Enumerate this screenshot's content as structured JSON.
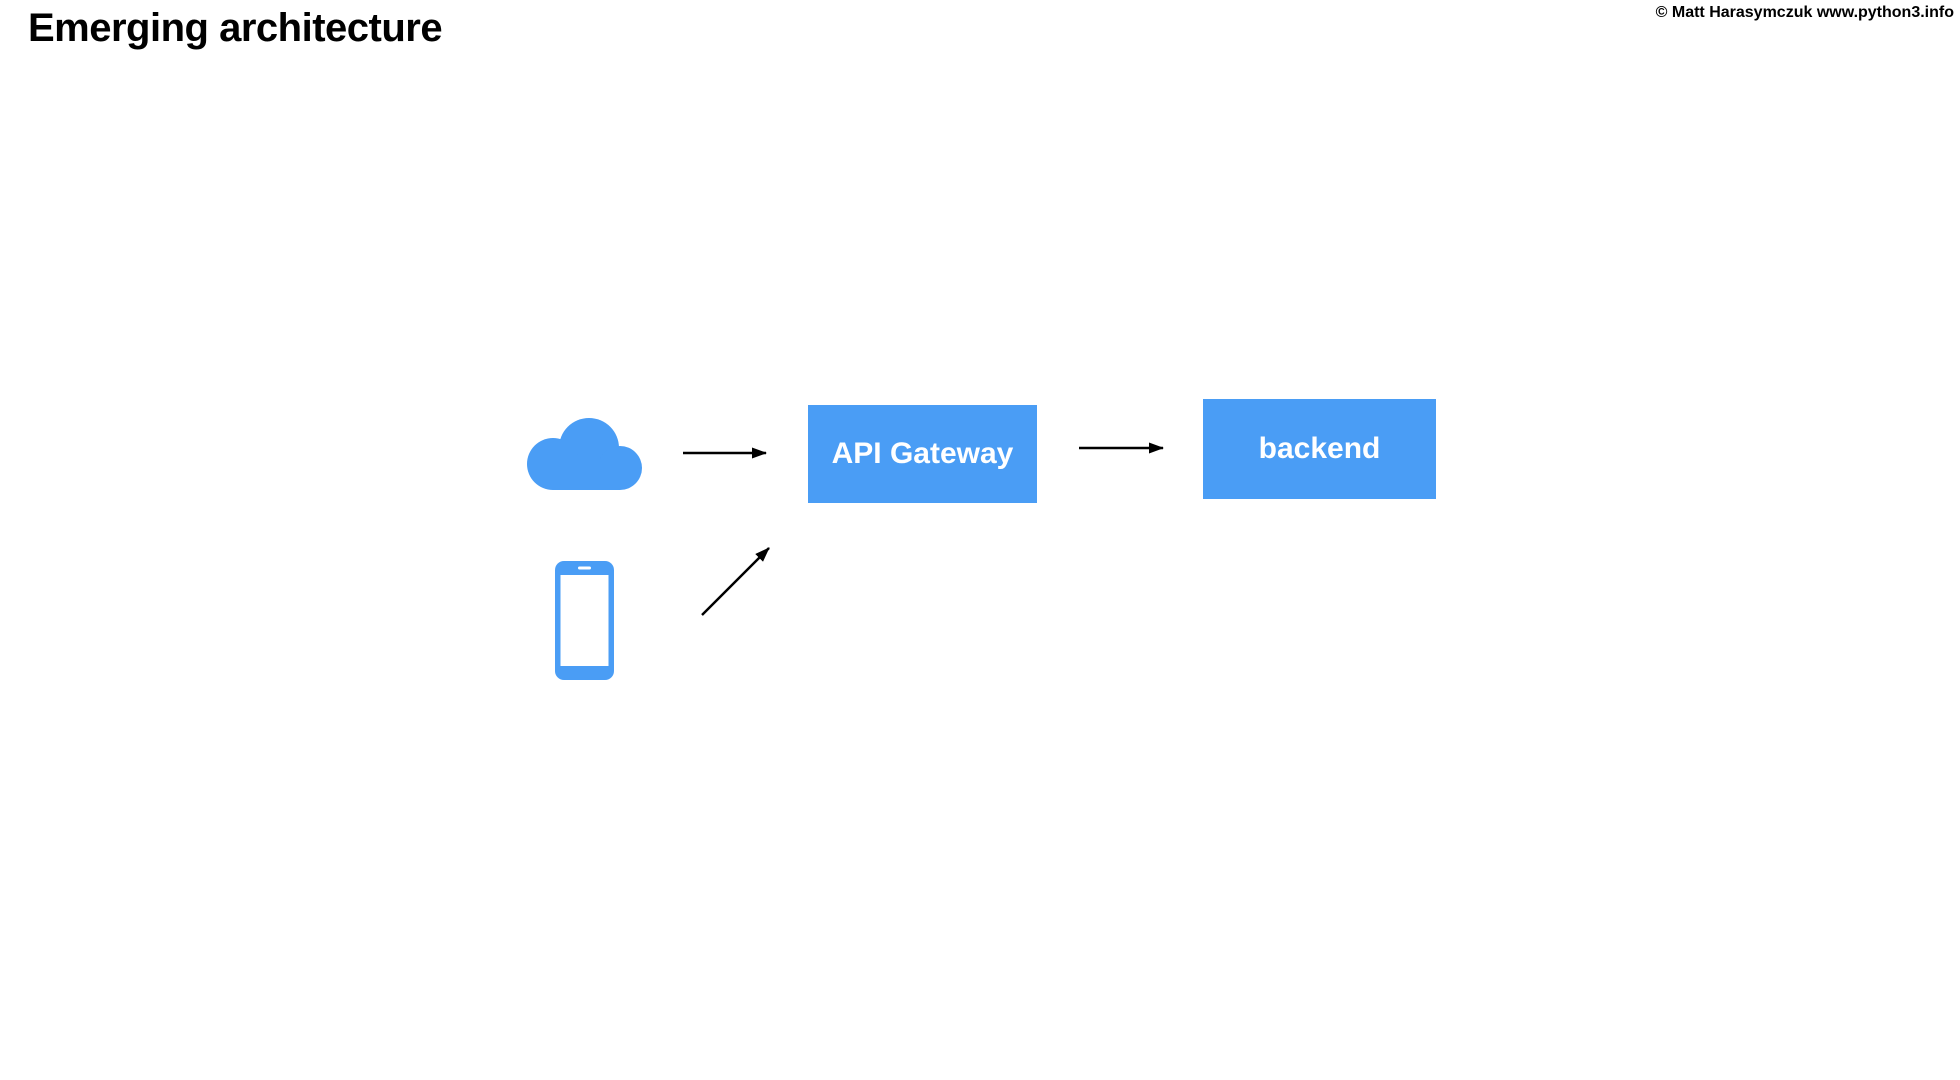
{
  "slide": {
    "title": "Emerging architecture",
    "copyright": "© Matt Harasymczuk www.python3.info"
  },
  "colors": {
    "accent": "#4A9DF5",
    "arrow": "#000000",
    "node_text": "#FFFFFF",
    "title_text": "#000000",
    "background": "#FFFFFF"
  },
  "diagram": {
    "nodes": [
      {
        "id": "cloud",
        "kind": "icon",
        "icon": "cloud-icon",
        "label": ""
      },
      {
        "id": "phone",
        "kind": "icon",
        "icon": "smartphone-icon",
        "label": ""
      },
      {
        "id": "api_gateway",
        "kind": "box",
        "label": "API Gateway"
      },
      {
        "id": "backend",
        "kind": "box",
        "label": "backend"
      }
    ],
    "edges": [
      {
        "from": "cloud",
        "to": "api_gateway",
        "style": "arrow"
      },
      {
        "from": "phone",
        "to": "api_gateway",
        "style": "arrow"
      },
      {
        "from": "api_gateway",
        "to": "backend",
        "style": "arrow"
      }
    ]
  }
}
